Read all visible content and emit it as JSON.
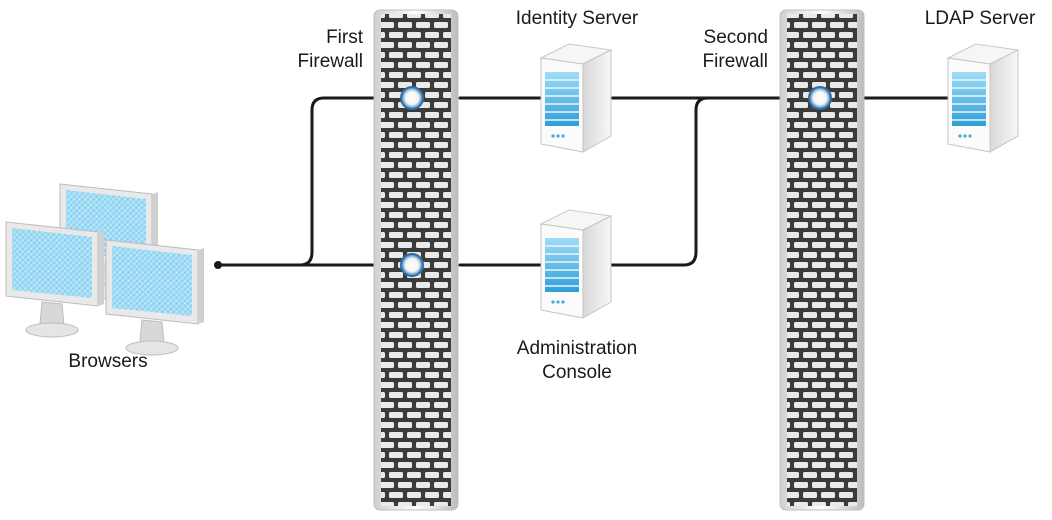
{
  "labels": {
    "first_firewall": [
      "First",
      "Firewall"
    ],
    "identity_server": "Identity Server",
    "second_firewall": [
      "Second",
      "Firewall"
    ],
    "ldap_server": "LDAP Server",
    "browsers": "Browsers",
    "administration_console": [
      "Administration",
      "Console"
    ]
  },
  "colors": {
    "line": "#1a1a1a",
    "firewall_brick": "#4a4a4a",
    "firewall_mortar": "#e9e9e9",
    "screen_blue": "#4cb6e6",
    "server_face": "#f2f2f2",
    "server_blue": "#5ab8e6"
  },
  "icons": [
    "firewall-icon",
    "server-icon",
    "monitor-icon"
  ]
}
